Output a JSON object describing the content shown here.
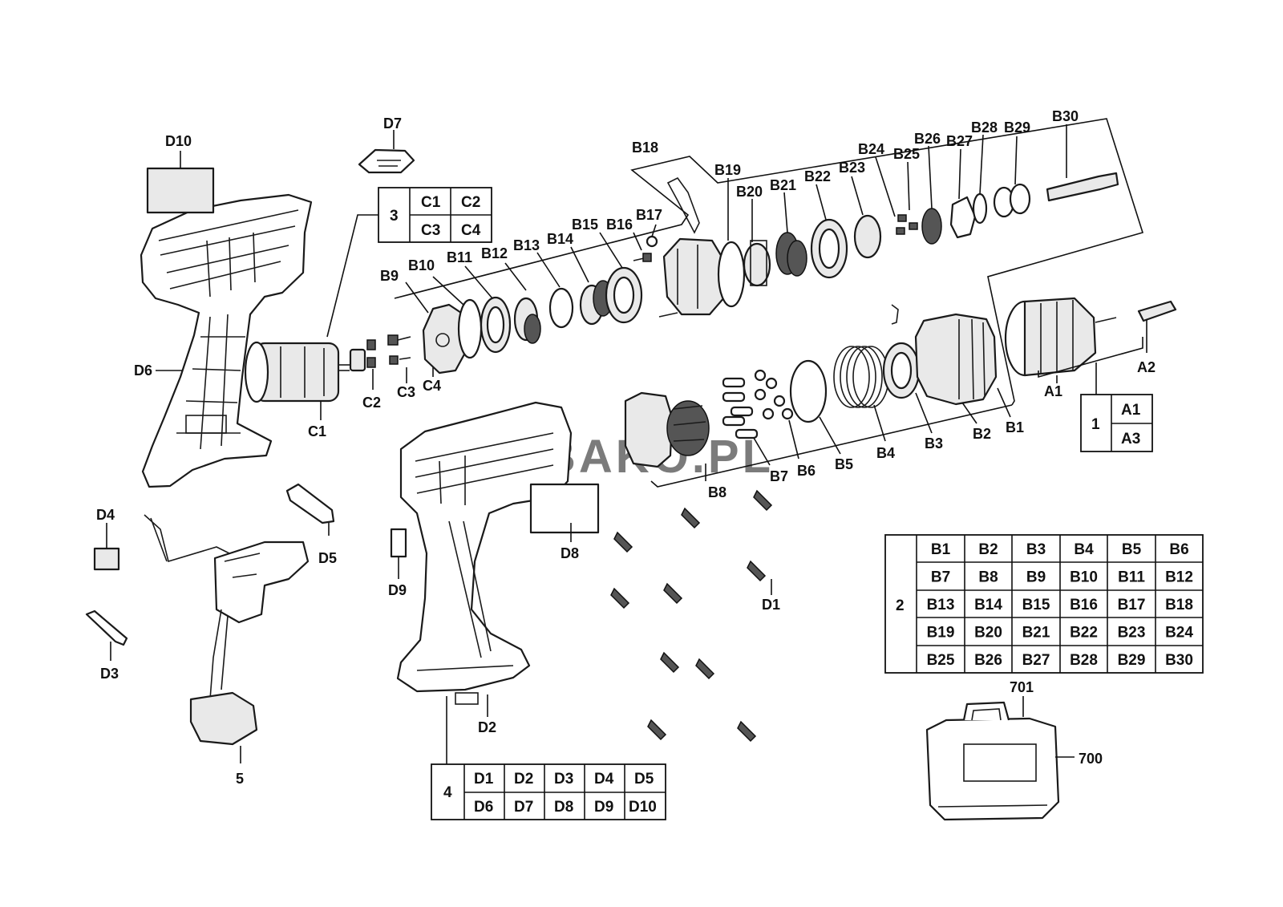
{
  "watermark": {
    "text": "BAKO.PL",
    "color": "#a9c7de"
  },
  "callouts": {
    "D10": "D10",
    "D7": "D7",
    "D6": "D6",
    "C1": "C1",
    "C2": "C2",
    "C3": "C3",
    "C4": "C4",
    "B9": "B9",
    "B10": "B10",
    "B11": "B11",
    "B12": "B12",
    "B13": "B13",
    "B14": "B14",
    "B15": "B15",
    "B16": "B16",
    "B17": "B17",
    "B18": "B18",
    "B19": "B19",
    "B20": "B20",
    "B21": "B21",
    "B22": "B22",
    "B23": "B23",
    "B24": "B24",
    "B25": "B25",
    "B26": "B26",
    "B27": "B27",
    "B28": "B28",
    "B29": "B29",
    "B30": "B30",
    "B1": "B1",
    "B2": "B2",
    "B3": "B3",
    "B4": "B4",
    "B5": "B5",
    "B6": "B6",
    "B7": "B7",
    "B8": "B8",
    "A1": "A1",
    "A2": "A2",
    "D1": "D1",
    "D2": "D2",
    "D3": "D3",
    "D4": "D4",
    "D5": "D5",
    "D8": "D8",
    "D9": "D9",
    "n5": "5",
    "n700": "700",
    "n701": "701"
  },
  "table_motor": {
    "group": "3",
    "rows": [
      [
        "C1",
        "C2"
      ],
      [
        "C3",
        "C4"
      ]
    ]
  },
  "table_chuck": {
    "group": "1",
    "rows": [
      [
        "A1"
      ],
      [
        "A3"
      ]
    ]
  },
  "table_gear": {
    "group": "2",
    "rows": [
      [
        "B1",
        "B2",
        "B3",
        "B4",
        "B5",
        "B6"
      ],
      [
        "B7",
        "B8",
        "B9",
        "B10",
        "B11",
        "B12"
      ],
      [
        "B13",
        "B14",
        "B15",
        "B16",
        "B17",
        "B18"
      ],
      [
        "B19",
        "B20",
        "B21",
        "B22",
        "B23",
        "B24"
      ],
      [
        "B25",
        "B26",
        "B27",
        "B28",
        "B29",
        "B30"
      ]
    ]
  },
  "table_housing": {
    "group": "4",
    "rows": [
      [
        "D1",
        "D2",
        "D3",
        "D4",
        "D5"
      ],
      [
        "D6",
        "D7",
        "D8",
        "D9",
        "D10"
      ]
    ]
  }
}
